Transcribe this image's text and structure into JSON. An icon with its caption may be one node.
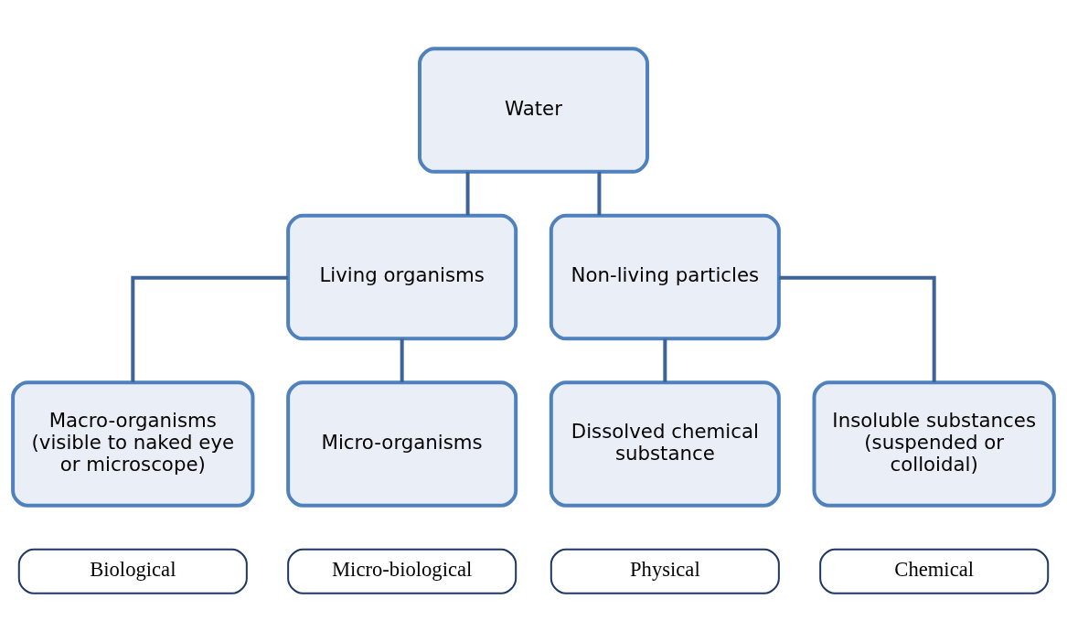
{
  "diagram": {
    "nodes": [
      {
        "text": [
          "Water"
        ]
      },
      {
        "text": [
          "Living organisms"
        ]
      },
      {
        "text": [
          "Non-living particles"
        ]
      },
      {
        "text": [
          "Macro-organisms (visible to naked eye or microscope)"
        ]
      },
      {
        "text": [
          "Micro-organisms"
        ]
      },
      {
        "text": [
          "Dissolved chemical substance"
        ]
      },
      {
        "text": [
          "Insoluble substances (suspended or colloidal)"
        ]
      },
      {
        "text": [
          "Biological"
        ]
      },
      {
        "text": [
          "Micro-biological"
        ]
      },
      {
        "text": [
          "Physical"
        ]
      },
      {
        "text": [
          "Chemical"
        ]
      }
    ],
    "edges": [
      {
        "from": 0,
        "to": 1,
        "arrow": "none"
      },
      {
        "from": 0,
        "to": 2,
        "arrow": "none"
      },
      {
        "from": 1,
        "to": 3,
        "arrow": "none"
      },
      {
        "from": 1,
        "to": 4,
        "arrow": "none"
      },
      {
        "from": 2,
        "to": 5,
        "arrow": "none"
      },
      {
        "from": 2,
        "to": 6,
        "arrow": "none"
      }
    ]
  }
}
